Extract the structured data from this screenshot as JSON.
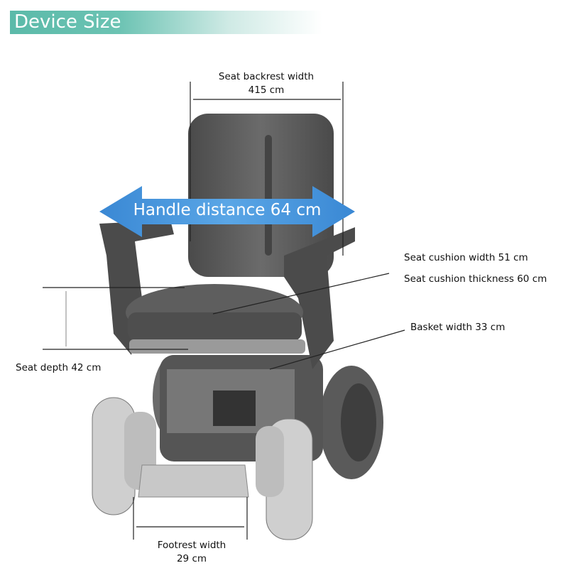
{
  "header": {
    "title": "Device Size"
  },
  "dimensions": {
    "backrest_label": "Seat backrest width",
    "backrest_value": "415 cm",
    "handle_distance": "Handle distance 64 cm",
    "cushion_width": "Seat cushion width 51 cm",
    "cushion_thickness": "Seat cushion thickness  60 cm",
    "basket_width": "Basket width 33 cm",
    "seat_depth": "Seat depth 42 cm",
    "footrest_label": "Footrest width",
    "footrest_value": "29 cm"
  },
  "colors": {
    "banner": "#5bbaa9",
    "arrow": "#3d8fd8",
    "chair": "#5d5d5d"
  }
}
